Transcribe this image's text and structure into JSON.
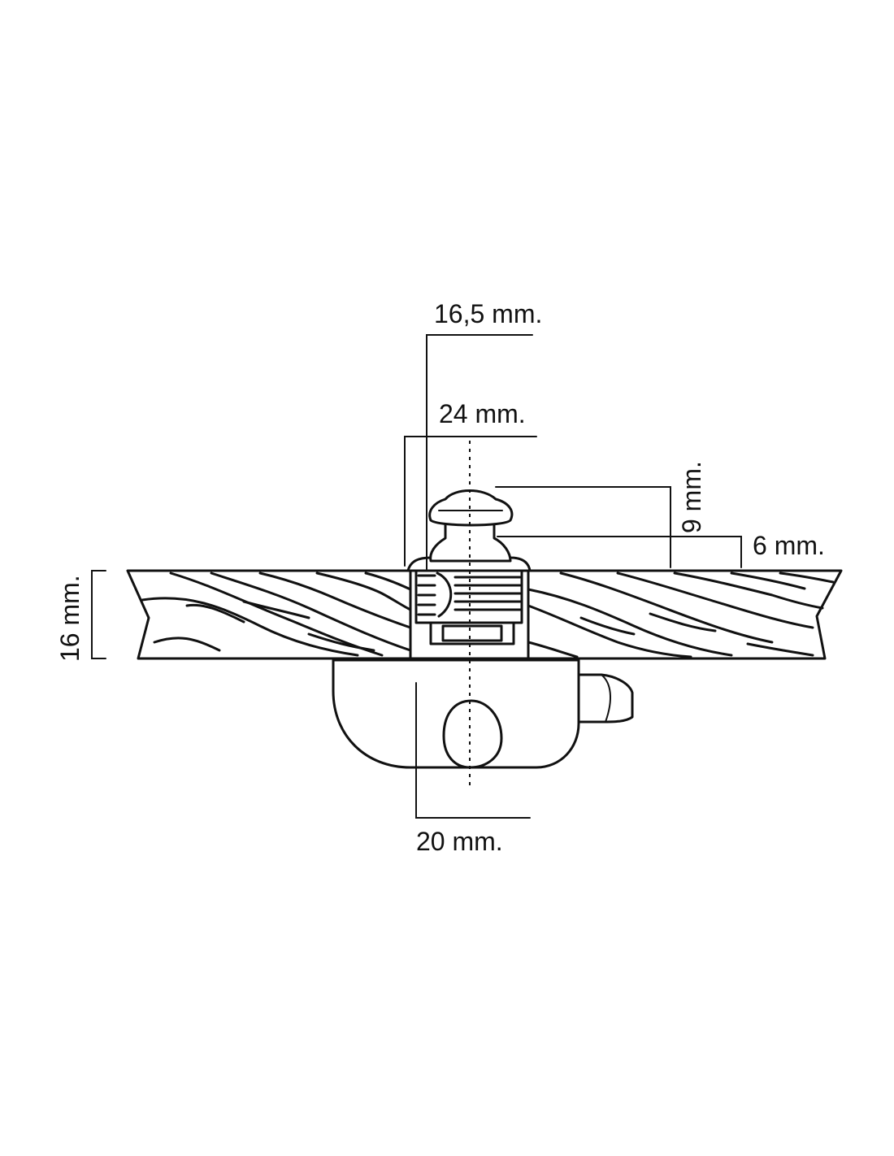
{
  "diagram": {
    "dimensions": {
      "pin_diameter": "16,5 mm.",
      "head_diameter": "24 mm.",
      "pin_height": "9 mm.",
      "head_height": "6 mm.",
      "board_thickness": "16 mm.",
      "housing_width": "20 mm."
    },
    "colors": {
      "line": "#111111",
      "background": "#ffffff"
    }
  }
}
